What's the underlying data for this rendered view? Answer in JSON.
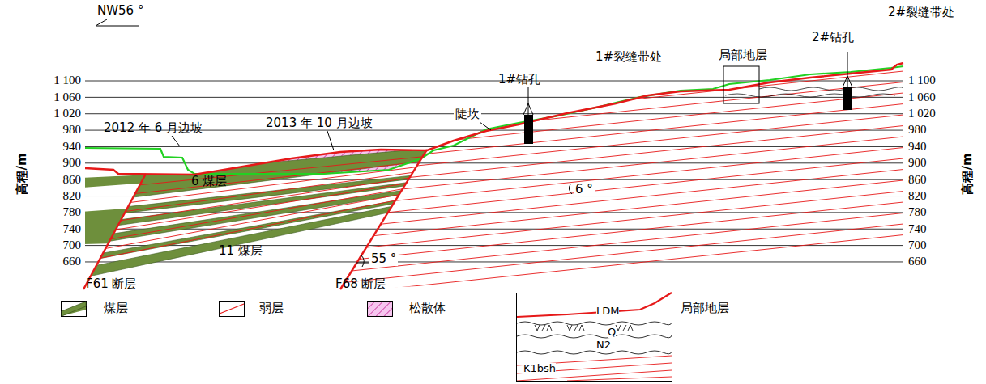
{
  "diagram": {
    "nodes": [
      {
        "text": [
          "局部地层",
          "LDM",
          "Q",
          "N2",
          "K1bsh"
        ]
      }
    ],
    "labels": [
      "NW56 °",
      "1 100",
      "1 060",
      "1 020",
      "980",
      "940",
      "900",
      "860",
      "820",
      "780",
      "740",
      "700",
      "660",
      "高程/m",
      "1 100",
      "1 060",
      "1 020",
      "980",
      "940",
      "900",
      "860",
      "820",
      "780",
      "740",
      "700",
      "660",
      "高程/m",
      "2012 年 6 月边坡",
      "2013 年 10 月边坡",
      "6 煤层",
      "6 °",
      "11 煤层",
      "55 °",
      "F61 断层",
      "F68 断层",
      "陡坎",
      "1#钻孔",
      "1#裂缝带处",
      "局部地层",
      "2#钻孔",
      "2#裂缝带处"
    ],
    "legend": [
      {
        "text": "煤层",
        "color": "#6e8f3c"
      },
      {
        "text": "弱层"
      },
      {
        "text": "松散体"
      }
    ]
  }
}
